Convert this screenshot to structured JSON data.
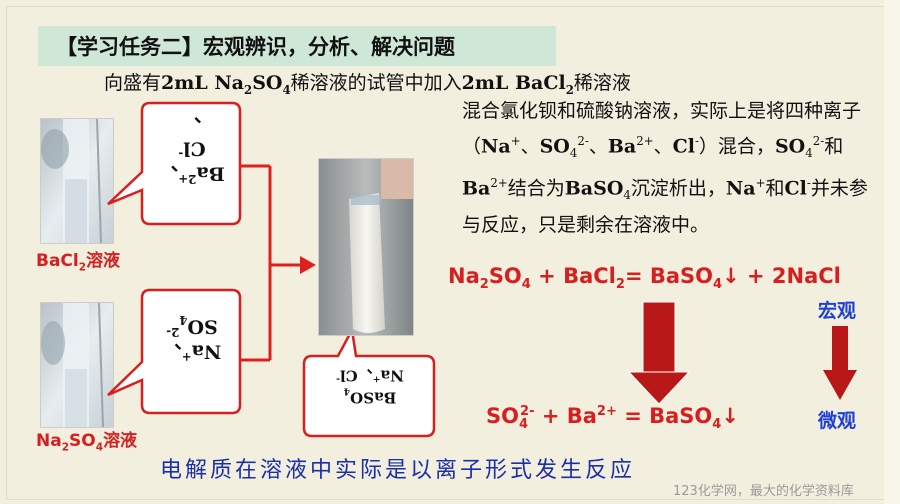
{
  "title": "【学习任务二】宏观辨识，分析、解决问题",
  "subtitle": {
    "t1": "向盛有",
    "t2": "2mL Na",
    "t3": "2",
    "t4": "SO",
    "t5": "4",
    "t6": "稀溶液的试管中加入",
    "t7": "2mL BaCl",
    "t8": "2",
    "t9": "稀溶液"
  },
  "reagents": {
    "bacl2": {
      "a": "BaCl",
      "b": "2",
      "c": "溶液"
    },
    "na2so4": {
      "a": "Na",
      "b": "2",
      "c": "SO",
      "d": "4",
      "e": "溶液"
    }
  },
  "bubbles": {
    "top": {
      "l1": "Ba",
      "l1sup": "2+",
      "l1b": "、",
      "l2": "Cl",
      "l2sup": "-",
      "l3": "、"
    },
    "bottom": {
      "l1": "Na",
      "l1sup": "+",
      "l1b": "、",
      "l2": "SO",
      "l2sub": "4",
      "l2sup": "2-"
    },
    "result": {
      "l1": "BaSO",
      "l1sub": "4",
      "l2": "Na",
      "l2sup": "+",
      "l2b": "、Cl",
      "l2sup2": "-"
    }
  },
  "explain": {
    "p1": "混合氯化钡和硫酸钠溶液，实际上是将四种离子（",
    "na": "Na",
    "na_sup": "+",
    "s1": "、",
    "so": "SO",
    "so_sub": "4",
    "so_sup": "2-",
    "s2": "、",
    "ba": "Ba",
    "ba_sup": "2+",
    "s3": "、",
    "cl": "Cl",
    "cl_sup": "-",
    "p2": "）混合，",
    "so2": "SO",
    "so2_sub": "4",
    "so2_sup": "2-",
    "p3": "和",
    "ba2": "Ba",
    "ba2_sup": "2+",
    "p4": "结合为",
    "baso": "BaSO",
    "baso_sub": "4",
    "p5": "沉淀析出，",
    "na2": "Na",
    "na2_sup": "+",
    "p6": "和",
    "cl2": "Cl",
    "cl2_sup": "-",
    "p7": "并未参与反应，只是剩余在溶液中。"
  },
  "equation_macro": {
    "a": "Na",
    "a_sub": "2",
    "b": "SO",
    "b_sub": "4",
    "c": " + BaCl",
    "c_sub": "2",
    "d": "= BaSO",
    "d_sub": "4",
    "e": "↓ + 2NaCl"
  },
  "equation_micro": {
    "a": "SO",
    "a_sub": "4",
    "a_sup": "2-",
    "b": " + Ba",
    "b_sup": "2+",
    "c": " = BaSO",
    "c_sub": "4",
    "d": "↓"
  },
  "labels": {
    "macro": "宏观",
    "micro": "微观"
  },
  "conclusion": "电解质在溶液中实际是以离子形式发生反应",
  "watermark": "123化学网，最大的化学资料库",
  "colors": {
    "red": "#d81f1f",
    "dark_red": "#a01818",
    "blue": "#1e3fd8",
    "title_bg": "#cfe7d6"
  }
}
